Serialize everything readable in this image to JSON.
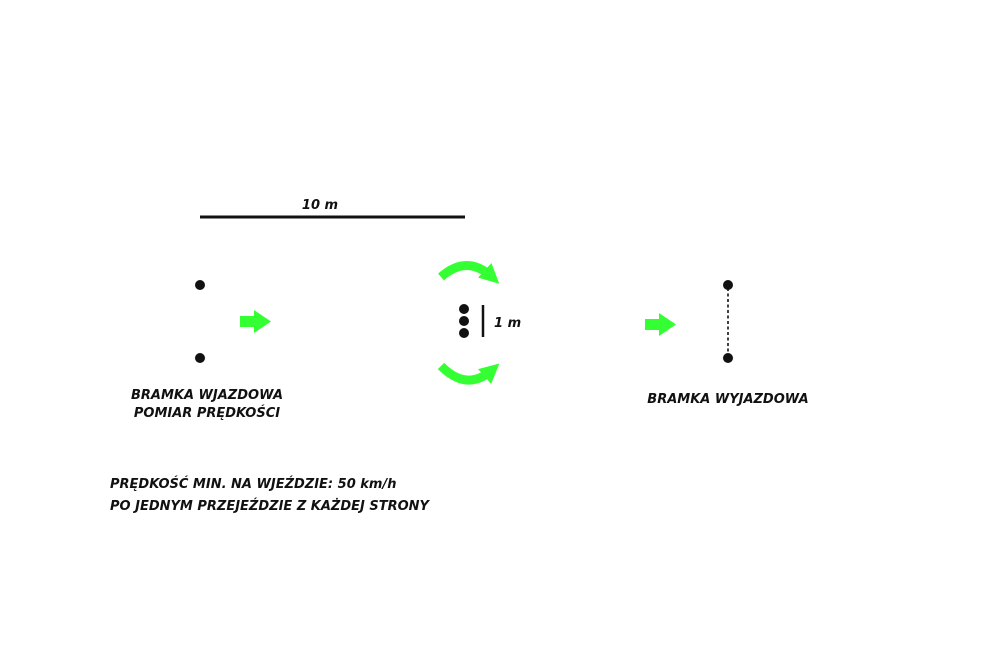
{
  "distance_label": "10 m",
  "spacing_label": "1 m",
  "entry_gate": {
    "line1": "BRAMKA WJAZDOWA",
    "line2": "POMIAR PRĘDKOŚCI"
  },
  "exit_gate": {
    "label": "BRAMKA WYJAZDOWA"
  },
  "notes": {
    "line1": "PRĘDKOŚĆ MIN. NA WJEŹDZIE: 50 km/h",
    "line2": "PO JEDNYM PRZEJEŹDZIE Z KAŻDEJ STRONY"
  },
  "colors": {
    "arrow": "#33ff33",
    "ink": "#111111"
  }
}
